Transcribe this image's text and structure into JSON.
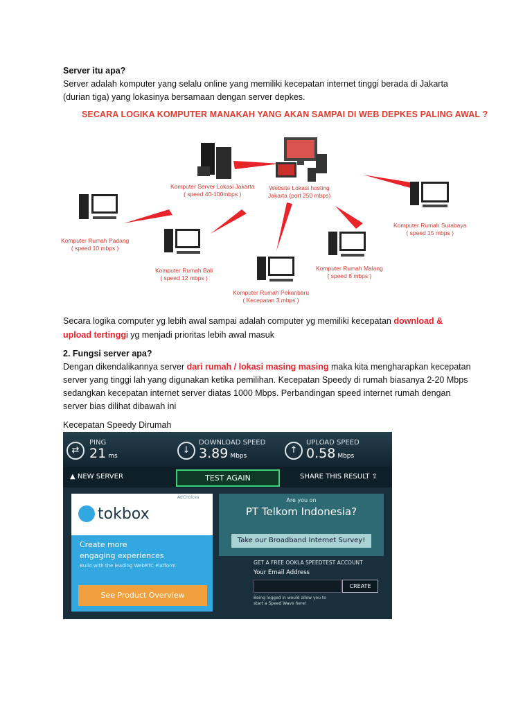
{
  "intro": {
    "heading": "Server itu apa?",
    "line1": "Server adalah komputer yang selalu online yang memiliki kecepatan internet tinggi berada di Jakarta",
    "line2": "(durian tiga) yang lokasinya bersamaan dengan server depkes."
  },
  "diagram": {
    "title": "SECARA LOGIKA KOMPUTER MANAKAH YANG AKAN SAMPAI DI WEB DEPKES PALING AWAL ?",
    "nodes": [
      {
        "name": "Komputer Server Lokasi Jakarta",
        "detail": "( speed 40-100mbps )"
      },
      {
        "name": "Website Lokasi hosting",
        "detail": "Jakarta (port 250 mbps)"
      },
      {
        "name": "Komputer Rumah Padang",
        "detail": "( speed 10 mbps )"
      },
      {
        "name": "Komputer Rumah Bali",
        "detail": "( speed 12 mbps )"
      },
      {
        "name": "Komputer Rumah Pekanbaru",
        "detail": "( Kecepatan 3 mbps )"
      },
      {
        "name": "Komputer Rumah Malang",
        "detail": "( speed 8 mbps )"
      },
      {
        "name": "Komputer Rumah Surabaya",
        "detail": "( speed 15 mbps )"
      }
    ]
  },
  "para2": {
    "before": "Secara logika computer yg lebih awal sampai adalah computer yg memiliki kecepatan ",
    "highlight_a": "download &",
    "highlight_b": "upload tertingg",
    "after": "i yg menjadi prioritas lebih awal masuk"
  },
  "section2": {
    "heading": "2. Fungsi server apa?",
    "l1_before": "Dengan dikendalikannya server ",
    "l1_highlight": "dari rumah / lokasi masing masing",
    "l1_after": " maka kita mengharapkan kecepatan",
    "l2": "server yang tinggi lah yang digunakan ketika pemilihan. Kecepatan Speedy di rumah biasanya 2-20 Mbps",
    "l3": "sedangkan kecepatan internet server diatas 1000 Mbps. Perbandingan speed internet rumah dengan",
    "l4": "server bias dilihat dibawah ini"
  },
  "caption": "Kecepatan Speedy Dirumah",
  "speedtest": {
    "ping_label": "PING",
    "ping_value": "21",
    "ping_unit": "ms",
    "download_label": "DOWNLOAD SPEED",
    "download_value": "3.89",
    "download_unit": "Mbps",
    "upload_label": "UPLOAD SPEED",
    "upload_value": "0.58",
    "upload_unit": "Mbps",
    "new_server": "NEW SERVER",
    "test_again": "TEST AGAIN",
    "share": "SHARE THIS RESULT",
    "ad": {
      "adchoices": "AdChoices",
      "brand": "tokbox",
      "headline1": "Create more",
      "headline2": "engaging experiences",
      "sub": "Build with the leading WebRTC Platform",
      "button": "See Product Overview"
    },
    "survey": {
      "question": "Are you on",
      "isp": "PT Telkom Indonesia?",
      "button": "Take our Broadband Internet Survey!"
    },
    "account": {
      "title": "GET A FREE OOKLA SPEEDTEST ACCOUNT",
      "email_label": "Your Email Address",
      "create": "CREATE",
      "note1": "Being logged in would allow you to",
      "note2": "start a Speed Wave here!"
    }
  }
}
